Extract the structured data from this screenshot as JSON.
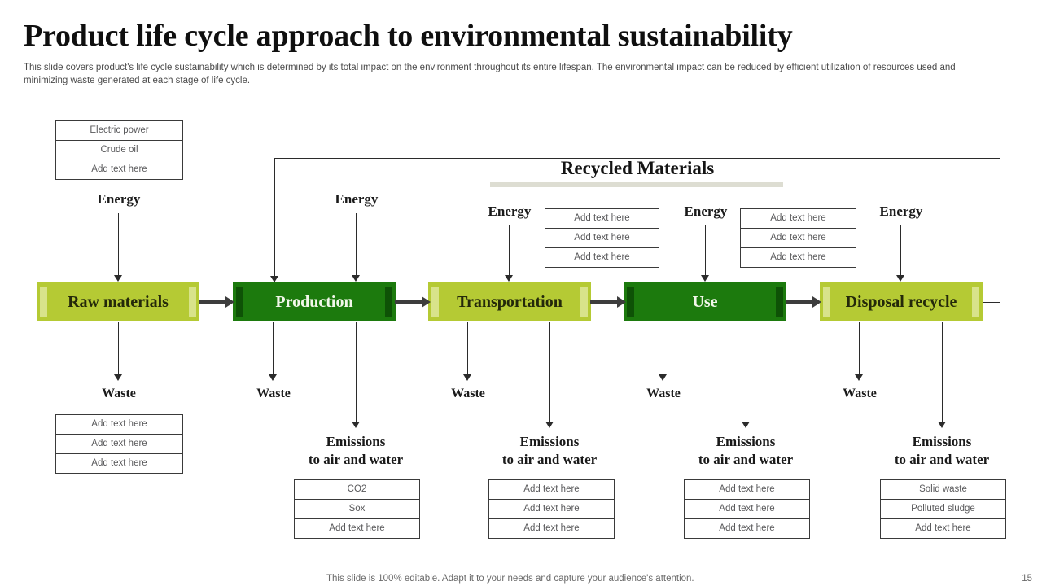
{
  "header": {
    "title": "Product life cycle approach to environmental sustainability",
    "subtitle": "This slide covers product's life cycle sustainability which is determined by its total impact on the environment throughout its entire lifespan. The environmental impact can be reduced by efficient utilization of resources used and minimizing waste generated at each stage of life cycle."
  },
  "colors": {
    "light_green": "#b5ca34",
    "light_green_tab": "#d8e38b",
    "dark_green": "#1c7a0d",
    "dark_green_tab": "#0e5206",
    "arrow": "#3d3d3d",
    "line": "#2b2b2b",
    "rm_bar": "#ddddd2"
  },
  "recycled": {
    "title": "Recycled Materials"
  },
  "stages": [
    {
      "label": "Raw materials",
      "style": "light"
    },
    {
      "label": "Production",
      "style": "dark"
    },
    {
      "label": "Transportation",
      "style": "light"
    },
    {
      "label": "Use",
      "style": "dark"
    },
    {
      "label": "Disposal recycle",
      "style": "light"
    }
  ],
  "labels": {
    "energy": "Energy",
    "waste": "Waste",
    "emissions_line1": "Emissions",
    "emissions_line2": "to air and water"
  },
  "energy_tables": [
    {
      "rows": [
        "Electric power",
        "Crude oil",
        "Add text here"
      ]
    },
    {
      "rows": [
        "Add text here",
        "Add text here",
        "Add text here"
      ]
    },
    {
      "rows": [
        "Add text here",
        "Add text here",
        "Add text here"
      ]
    }
  ],
  "waste_table": {
    "rows": [
      "Add text here",
      "Add text here",
      "Add text here"
    ]
  },
  "emission_tables": [
    {
      "rows": [
        "CO2",
        "Sox",
        "Add text here"
      ]
    },
    {
      "rows": [
        "Add text here",
        "Add text here",
        "Add text here"
      ]
    },
    {
      "rows": [
        "Add text here",
        "Add text here",
        "Add text here"
      ]
    },
    {
      "rows": [
        "Solid waste",
        "Polluted sludge",
        "Add text here"
      ]
    }
  ],
  "footer": {
    "note": "This slide is 100% editable. Adapt it to your needs and capture your audience's attention.",
    "page_number": "15"
  }
}
